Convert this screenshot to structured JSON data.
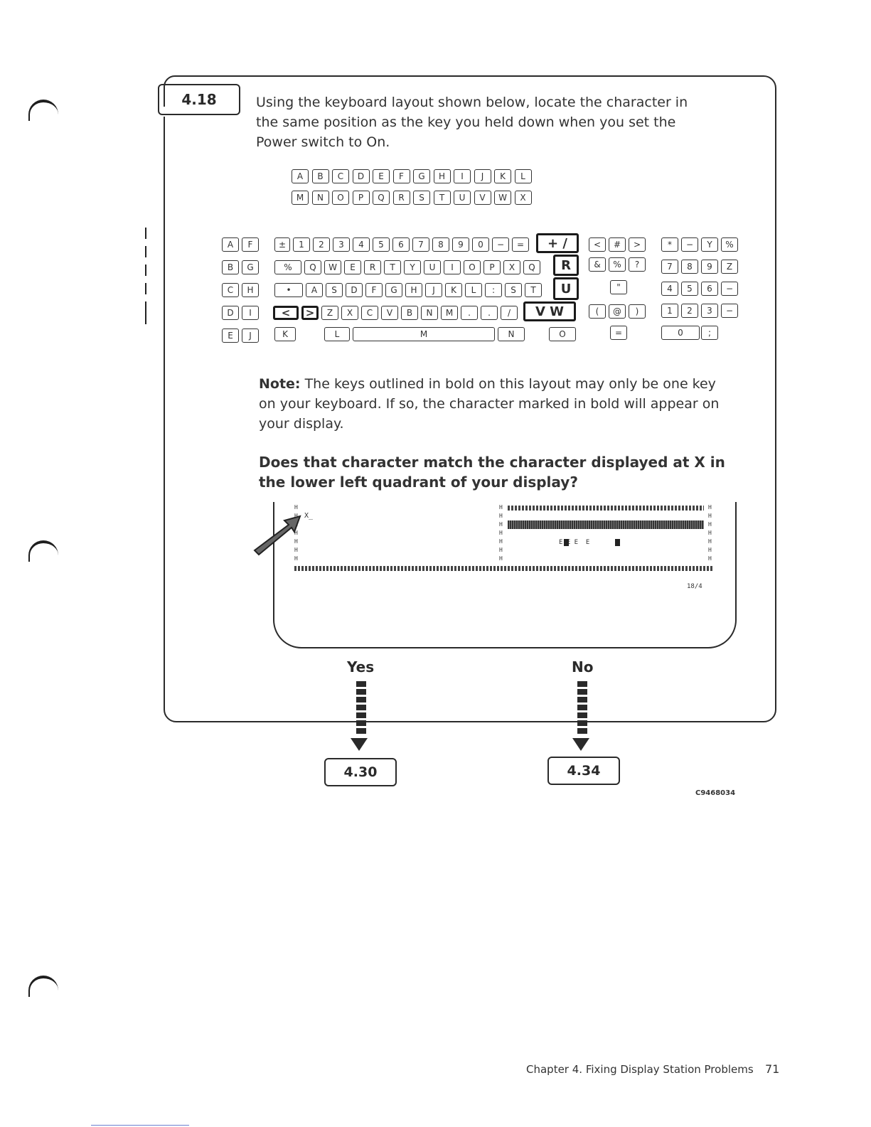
{
  "step_number": "4.18",
  "instruction": "Using the keyboard layout shown below, locate the character in the same position as the key you held down when you set the Power switch to On.",
  "legend_rows": [
    [
      "A",
      "B",
      "C",
      "D",
      "E",
      "F",
      "G",
      "H",
      "I",
      "J",
      "K",
      "L"
    ],
    [
      "M",
      "N",
      "O",
      "P",
      "Q",
      "R",
      "S",
      "T",
      "U",
      "V",
      "W",
      "X"
    ]
  ],
  "keyboard": {
    "left_block": [
      [
        "A",
        "F"
      ],
      [
        "B",
        "G"
      ],
      [
        "C",
        "H"
      ],
      [
        "D",
        "I"
      ],
      [
        "E",
        "J"
      ]
    ],
    "main_rows": [
      [
        "±",
        "1",
        "2",
        "3",
        "4",
        "5",
        "6",
        "7",
        "8",
        "9",
        "0",
        "−",
        "="
      ],
      [
        "%",
        "Q",
        "W",
        "E",
        "R",
        "T",
        "Y",
        "U",
        "I",
        "O",
        "P",
        "X",
        "Q"
      ],
      [
        "•",
        "A",
        "S",
        "D",
        "F",
        "G",
        "H",
        "J",
        "K",
        "L",
        ":",
        "S",
        "T"
      ],
      [
        "<",
        ">",
        "Z",
        "X",
        "C",
        "V",
        "B",
        "N",
        "M",
        ".",
        ".",
        "/"
      ]
    ],
    "bottom_row": [
      "K",
      "L",
      "M",
      "N",
      "O"
    ],
    "bold_keys": [
      "+ /",
      "R",
      "U",
      "V W",
      "<",
      ">"
    ],
    "mid_block": [
      [
        "<",
        "#",
        ">"
      ],
      [
        "&",
        "%",
        "?"
      ],
      [
        "\""
      ],
      [
        "(",
        "@",
        ")"
      ],
      [
        "="
      ]
    ],
    "numpad": [
      [
        "*",
        "−",
        "Y",
        "%"
      ],
      [
        "7",
        "8",
        "9",
        "Z"
      ],
      [
        "4",
        "5",
        "6",
        "−"
      ],
      [
        "1",
        "2",
        "3",
        "−"
      ],
      [
        "0",
        ";"
      ]
    ]
  },
  "note_label": "Note:",
  "note_text": "The keys outlined in bold on this layout may only be one key on your keyboard. If so, the character marked in bold will appear on your display.",
  "question": "Does that character match the character displayed at X in the lower left quadrant of your display?",
  "display": {
    "cursor_char": "X_",
    "corner_code": "18/4",
    "status_text": "E E E  E"
  },
  "answers": {
    "yes_label": "Yes",
    "yes_target": "4.30",
    "no_label": "No",
    "no_target": "4.34"
  },
  "figure_id": "C9468034",
  "footer_chapter": "Chapter 4.  Fixing Display Station Problems",
  "page_number": "71"
}
